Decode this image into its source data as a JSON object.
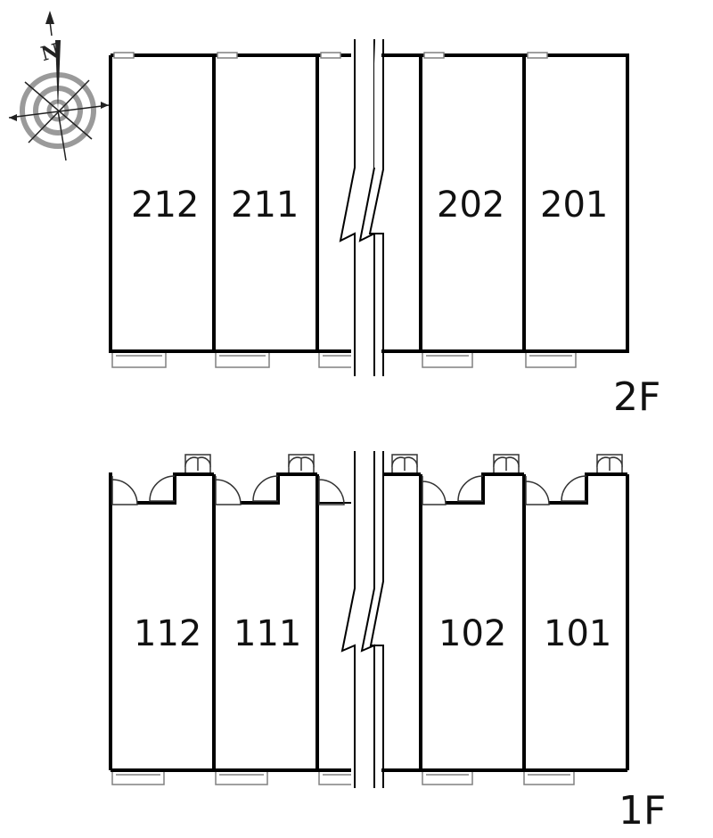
{
  "compass": {
    "label": "N",
    "icon": "compass-rose-icon"
  },
  "floors": [
    {
      "id": "2F",
      "label": "2F",
      "rooms": [
        "212",
        "211",
        "202",
        "201"
      ]
    },
    {
      "id": "1F",
      "label": "1F",
      "rooms": [
        "112",
        "111",
        "102",
        "101"
      ]
    }
  ],
  "colors": {
    "wall": "#000000",
    "window": "#808080",
    "compass": "#9a9a9a"
  }
}
